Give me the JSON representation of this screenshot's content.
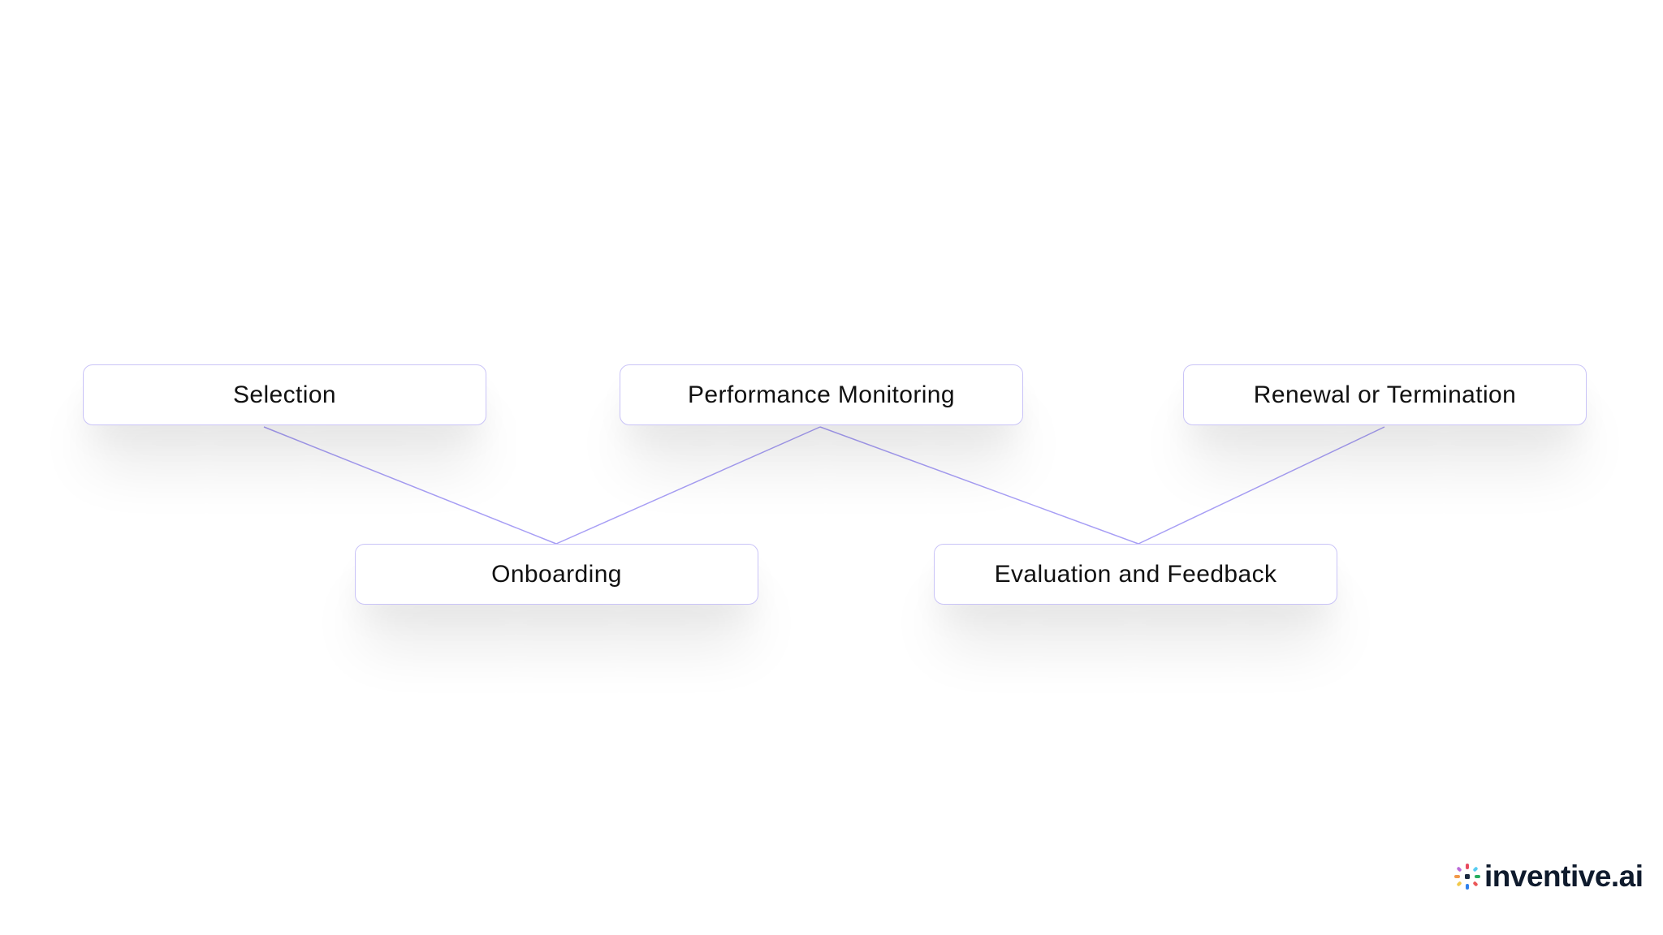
{
  "diagram": {
    "nodes": [
      {
        "id": "selection",
        "label": "Selection"
      },
      {
        "id": "performance",
        "label": "Performance Monitoring"
      },
      {
        "id": "renewal",
        "label": "Renewal or Termination"
      },
      {
        "id": "onboarding",
        "label": "Onboarding"
      },
      {
        "id": "evaluation",
        "label": "Evaluation and Feedback"
      }
    ],
    "edges": [
      {
        "from": "selection",
        "to": "onboarding"
      },
      {
        "from": "onboarding",
        "to": "performance"
      },
      {
        "from": "performance",
        "to": "evaluation"
      },
      {
        "from": "evaluation",
        "to": "renewal"
      }
    ],
    "colors": {
      "connector": "#a79ef5",
      "node_border": "#c9c3f7",
      "text": "#111111"
    }
  },
  "branding": {
    "logo_text": "inventive.ai",
    "logo_icon": "inventive-logo-icon"
  }
}
